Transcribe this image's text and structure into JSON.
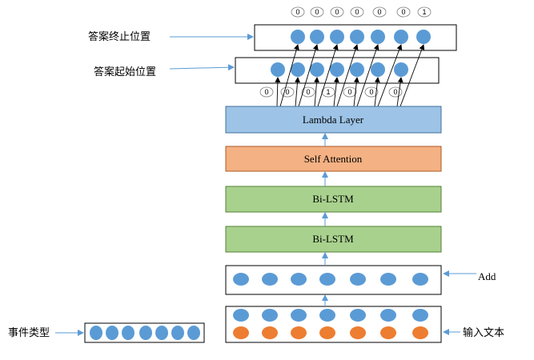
{
  "labels": {
    "answer_end": "答案终止位置",
    "answer_start": "答案起始位置",
    "add": "Add",
    "input_text": "输入文本",
    "event_type": "事件类型"
  },
  "layers": {
    "lambda": "Lambda Layer",
    "self_attention": "Self Attention",
    "bilstm_top": "Bi-LSTM",
    "bilstm_bottom": "Bi-LSTM"
  },
  "end_bits": [
    "0",
    "0",
    "0",
    "0",
    "0",
    "0",
    "1"
  ],
  "start_bits": [
    "0",
    "0",
    "0",
    "1",
    "0",
    "0",
    "0"
  ],
  "colors": {
    "node_blue": "#5b9bd5",
    "node_orange": "#ed7d31",
    "lambda_fill": "#9dc3e6",
    "attention_fill": "#f4b183",
    "lstm_fill": "#a9d18e",
    "arrow": "#5b9bd5"
  }
}
